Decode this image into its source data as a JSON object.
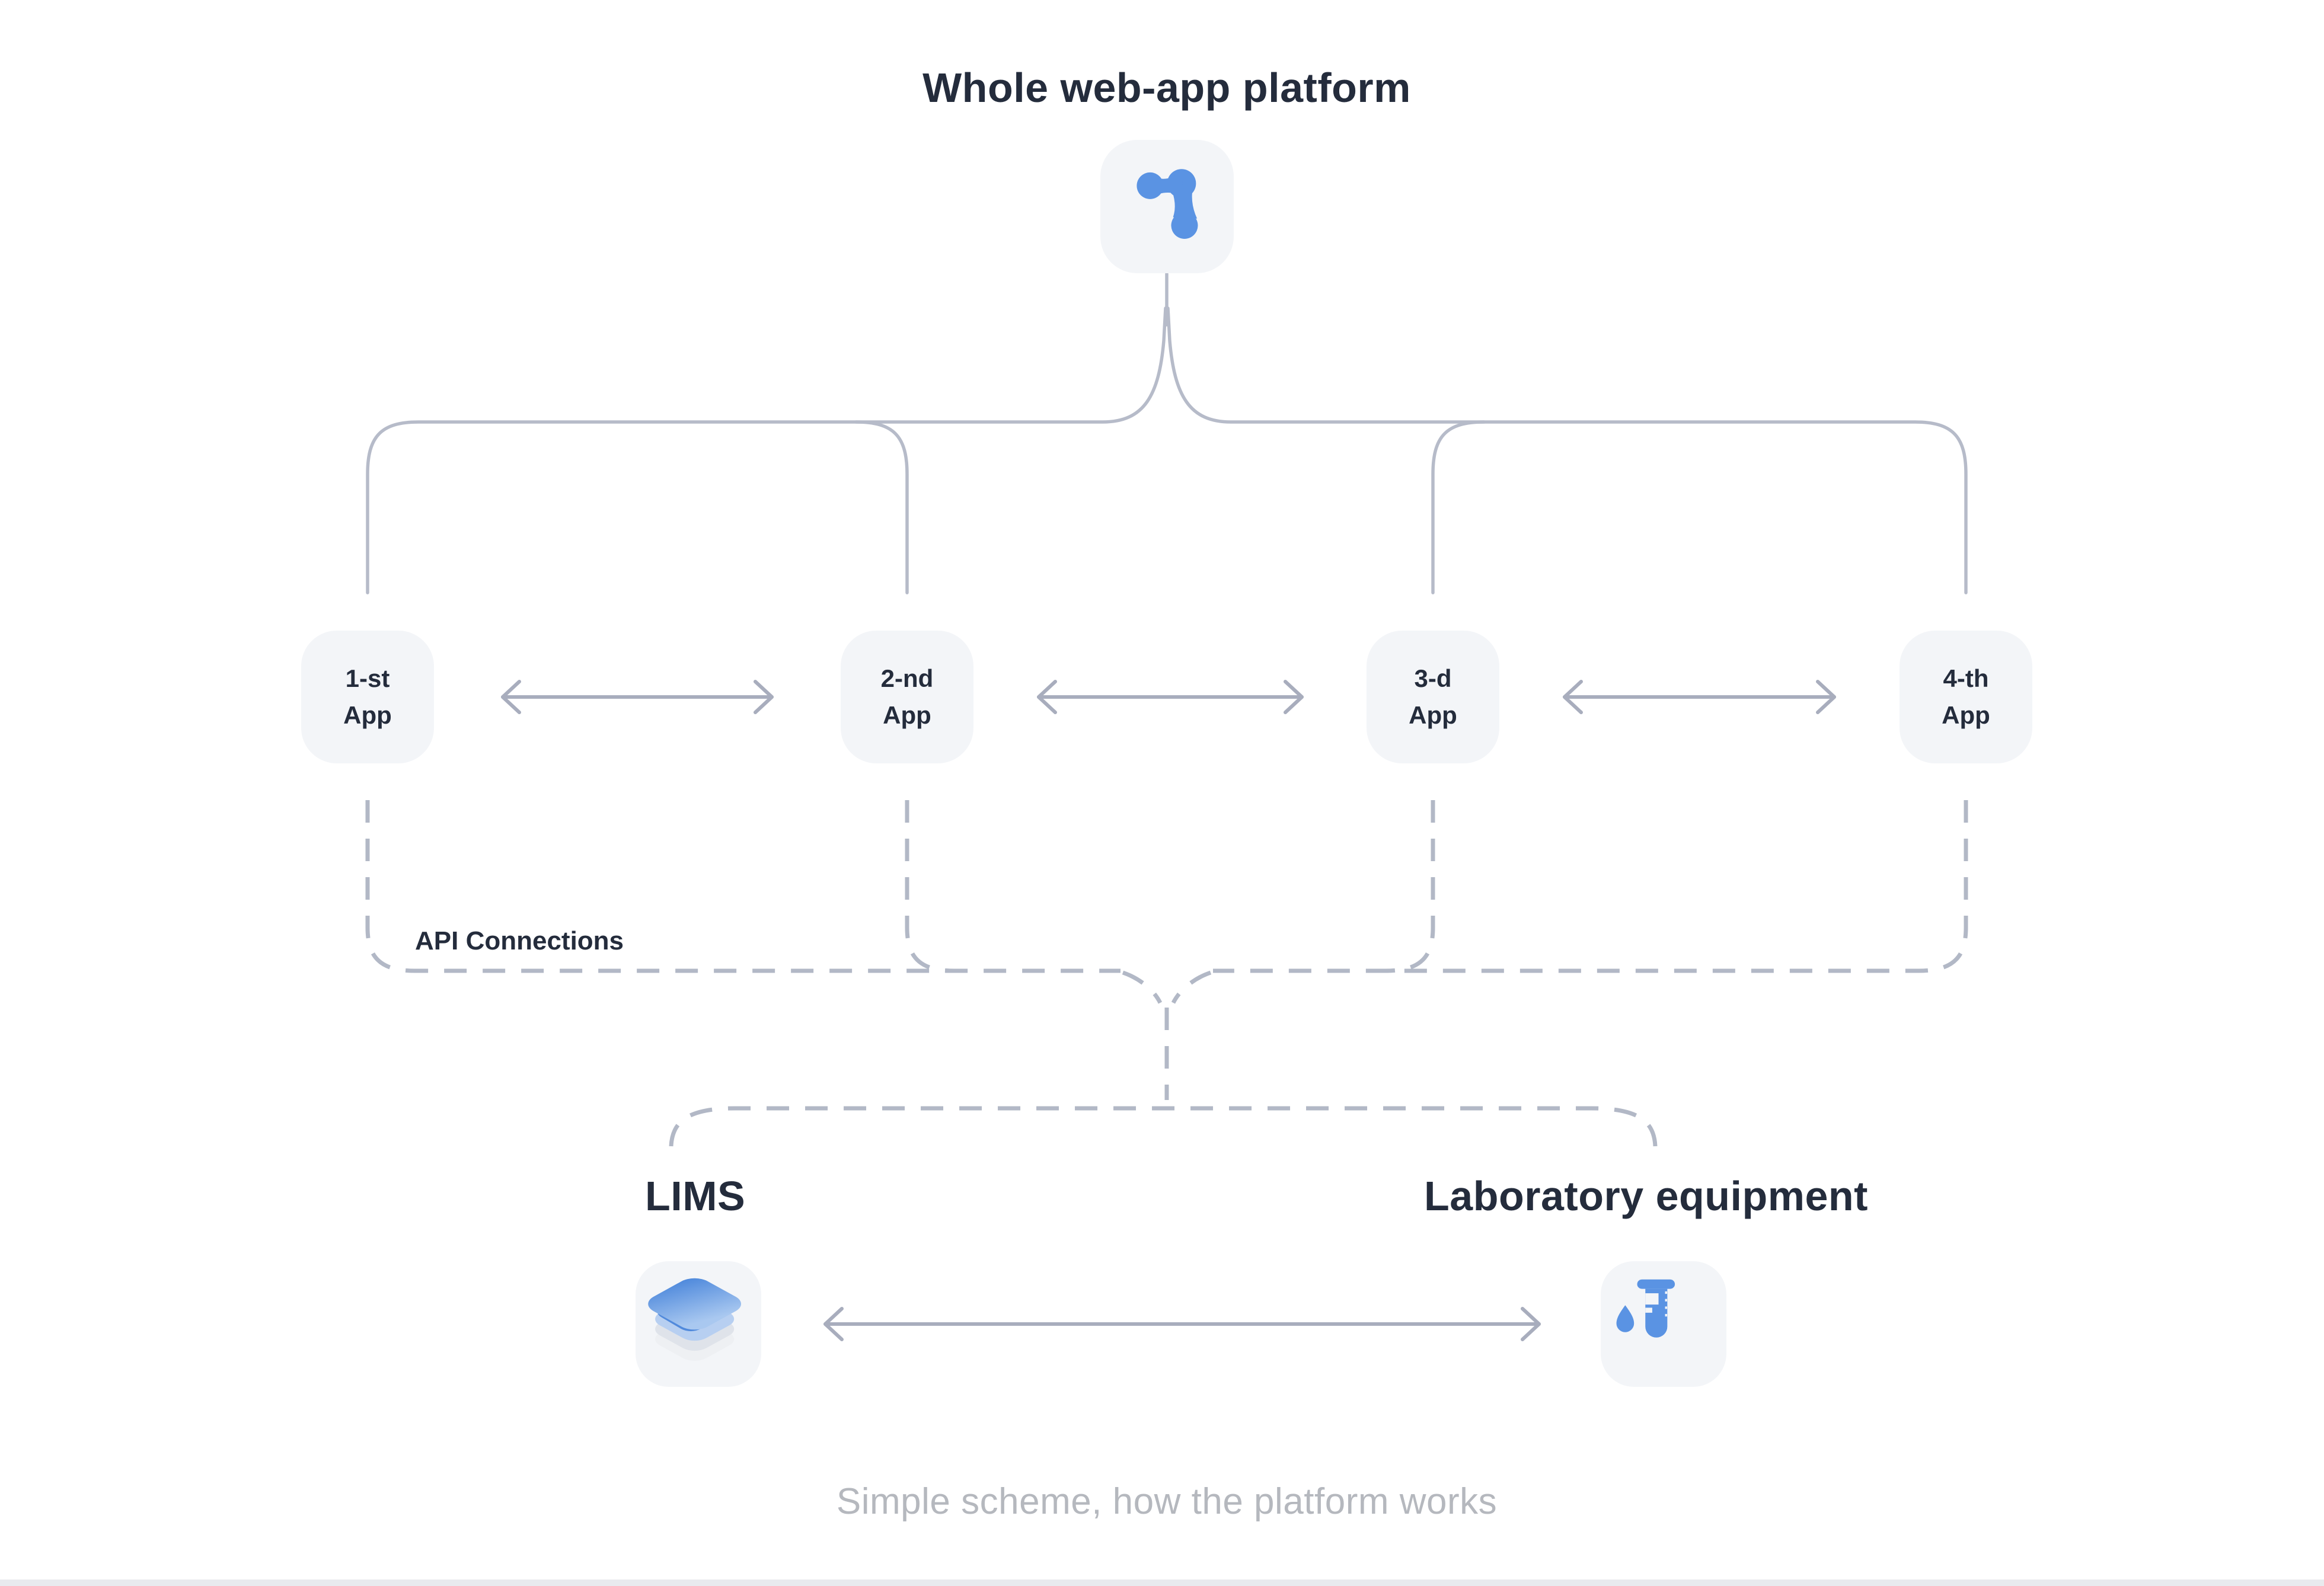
{
  "title": "Whole web-app platform",
  "apps": [
    {
      "line1": "1-st",
      "line2": "App"
    },
    {
      "line1": "2-nd",
      "line2": "App"
    },
    {
      "line1": "3-d",
      "line2": "App"
    },
    {
      "line1": "4-th",
      "line2": "App"
    }
  ],
  "api_connections_label": "API Connections",
  "sections": {
    "lims": {
      "title": "LIMS"
    },
    "equipment": {
      "title": "Laboratory equipment"
    }
  },
  "caption": "Simple scheme, how the platform works",
  "icons": {
    "platform": "molecule-icon",
    "lims": "layers-stack-icon",
    "equipment": "test-tube-icon"
  },
  "colors": {
    "background": "#ffffff",
    "text_dark": "#242c3c",
    "node_bg": "#f3f5f8",
    "line": "#b6bbc9",
    "dashed_line": "#b2b8c6",
    "arrow": "#a8adbd",
    "accent_blue": "#5a93e3",
    "caption_gray": "#b5b8be",
    "footer_strip": "#e9eaee"
  }
}
